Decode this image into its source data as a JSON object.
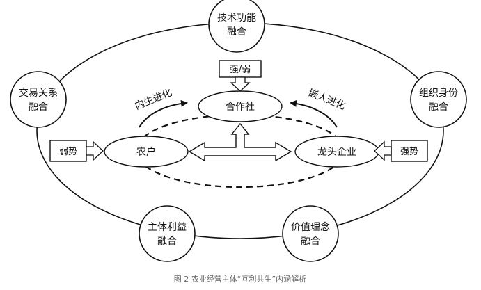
{
  "outer_nodes": {
    "top": [
      "技术功能",
      "融合"
    ],
    "left": [
      "交易关系",
      "融合"
    ],
    "right": [
      "组织身份",
      "融合"
    ],
    "bottom_left": [
      "主体利益",
      "融合"
    ],
    "bottom_right": [
      "价值理念",
      "融合"
    ]
  },
  "inner_nodes": {
    "cooperative": "合作社",
    "farmer": "农户",
    "enterprise": "龙头企业"
  },
  "labels": {
    "strong_weak": "强/弱",
    "weak": "弱势",
    "strong": "强势",
    "endogenous": "内生进化",
    "embedded": "嵌人进化"
  },
  "caption": "图 2 农业经营主体“互利共生”内涵解析"
}
